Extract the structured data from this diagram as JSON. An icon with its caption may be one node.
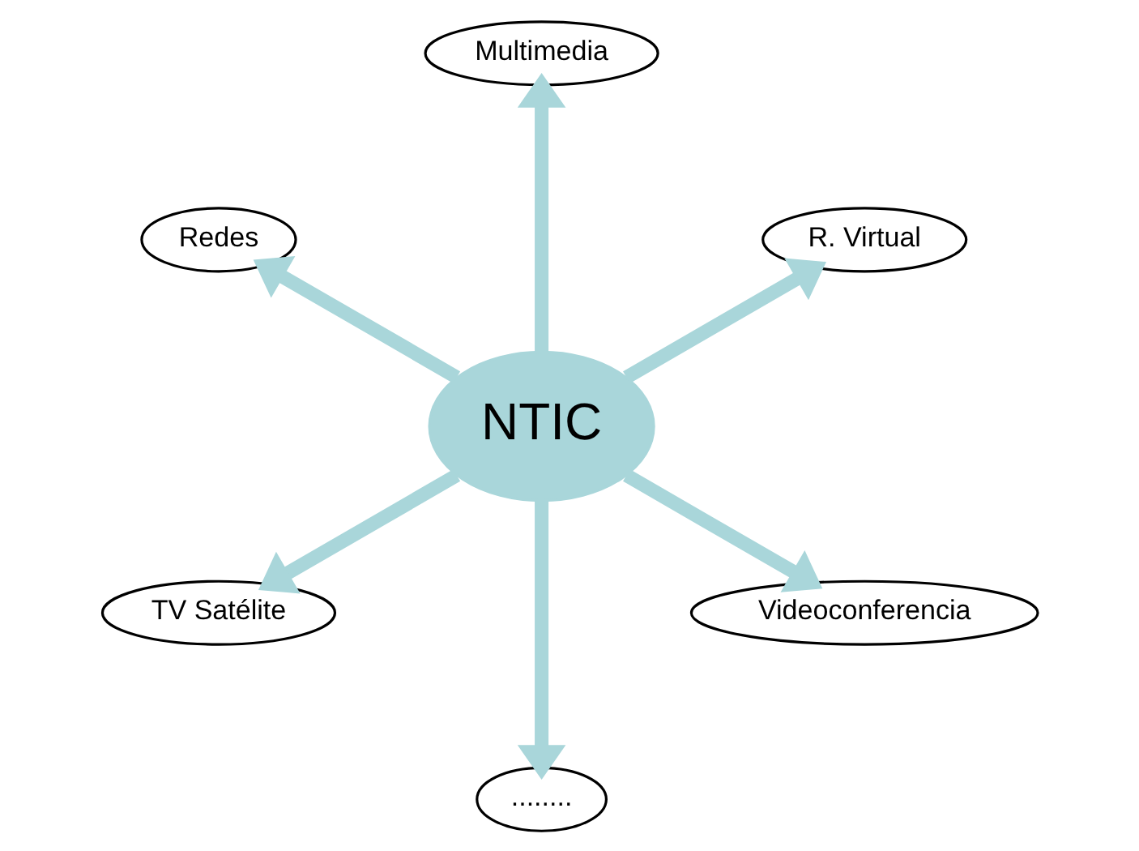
{
  "diagram": {
    "nodes": [
      {
        "text": [
          "R. Virtual"
        ]
      },
      {
        "text": [
          "Multimedia"
        ]
      },
      {
        "text": [
          "Redes"
        ]
      },
      {
        "text": [
          "NTIC"
        ]
      },
      {
        "text": [
          "TV Satélite"
        ]
      },
      {
        "text": [
          "........"
        ]
      },
      {
        "text": [
          "Videoconferencia"
        ]
      }
    ],
    "edges": [
      {
        "from": 3,
        "to": 0,
        "arrow": "to"
      },
      {
        "from": 3,
        "to": 2,
        "arrow": "to"
      },
      {
        "from": 3,
        "to": 5,
        "arrow": "to"
      },
      {
        "from": 3,
        "to": 6,
        "arrow": "to"
      },
      {
        "from": 3,
        "to": 4,
        "arrow": "to"
      },
      {
        "from": 3,
        "to": 1,
        "arrow": "to"
      }
    ]
  }
}
